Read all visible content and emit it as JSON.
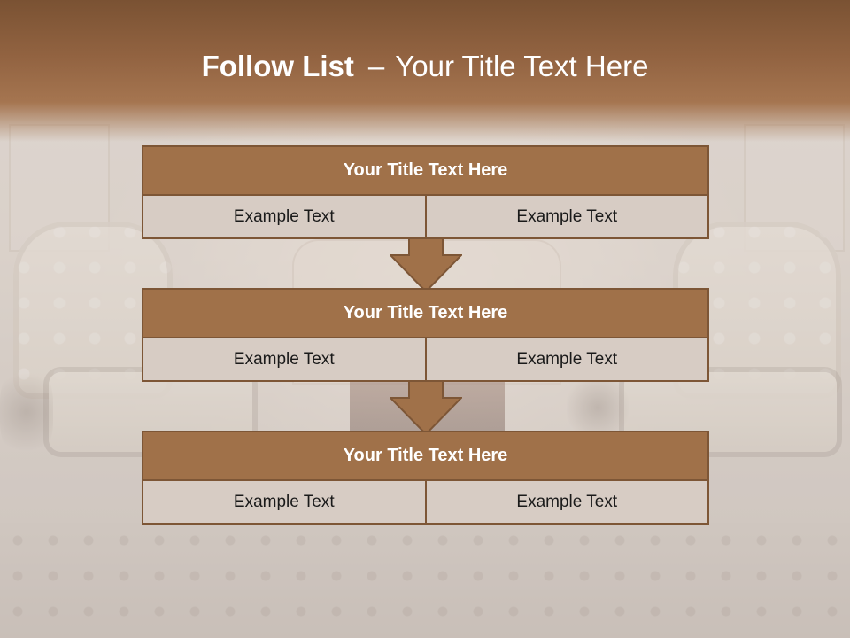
{
  "title": {
    "bold": "Follow List",
    "separator": "–",
    "rest": "Your Title Text Here"
  },
  "steps": [
    {
      "title": "Your Title Text Here",
      "left": "Example Text",
      "right": "Example Text"
    },
    {
      "title": "Your Title Text Here",
      "left": "Example Text",
      "right": "Example Text"
    },
    {
      "title": "Your Title Text Here",
      "left": "Example Text",
      "right": "Example Text"
    }
  ],
  "colors": {
    "header_band": "#8f6140",
    "block_title_fill": "#a07149",
    "block_border": "#7d5636",
    "cell_fill": "#d7ccc4",
    "arrow_fill": "#a07149"
  },
  "icons": {
    "connector": "down-arrow-icon"
  }
}
